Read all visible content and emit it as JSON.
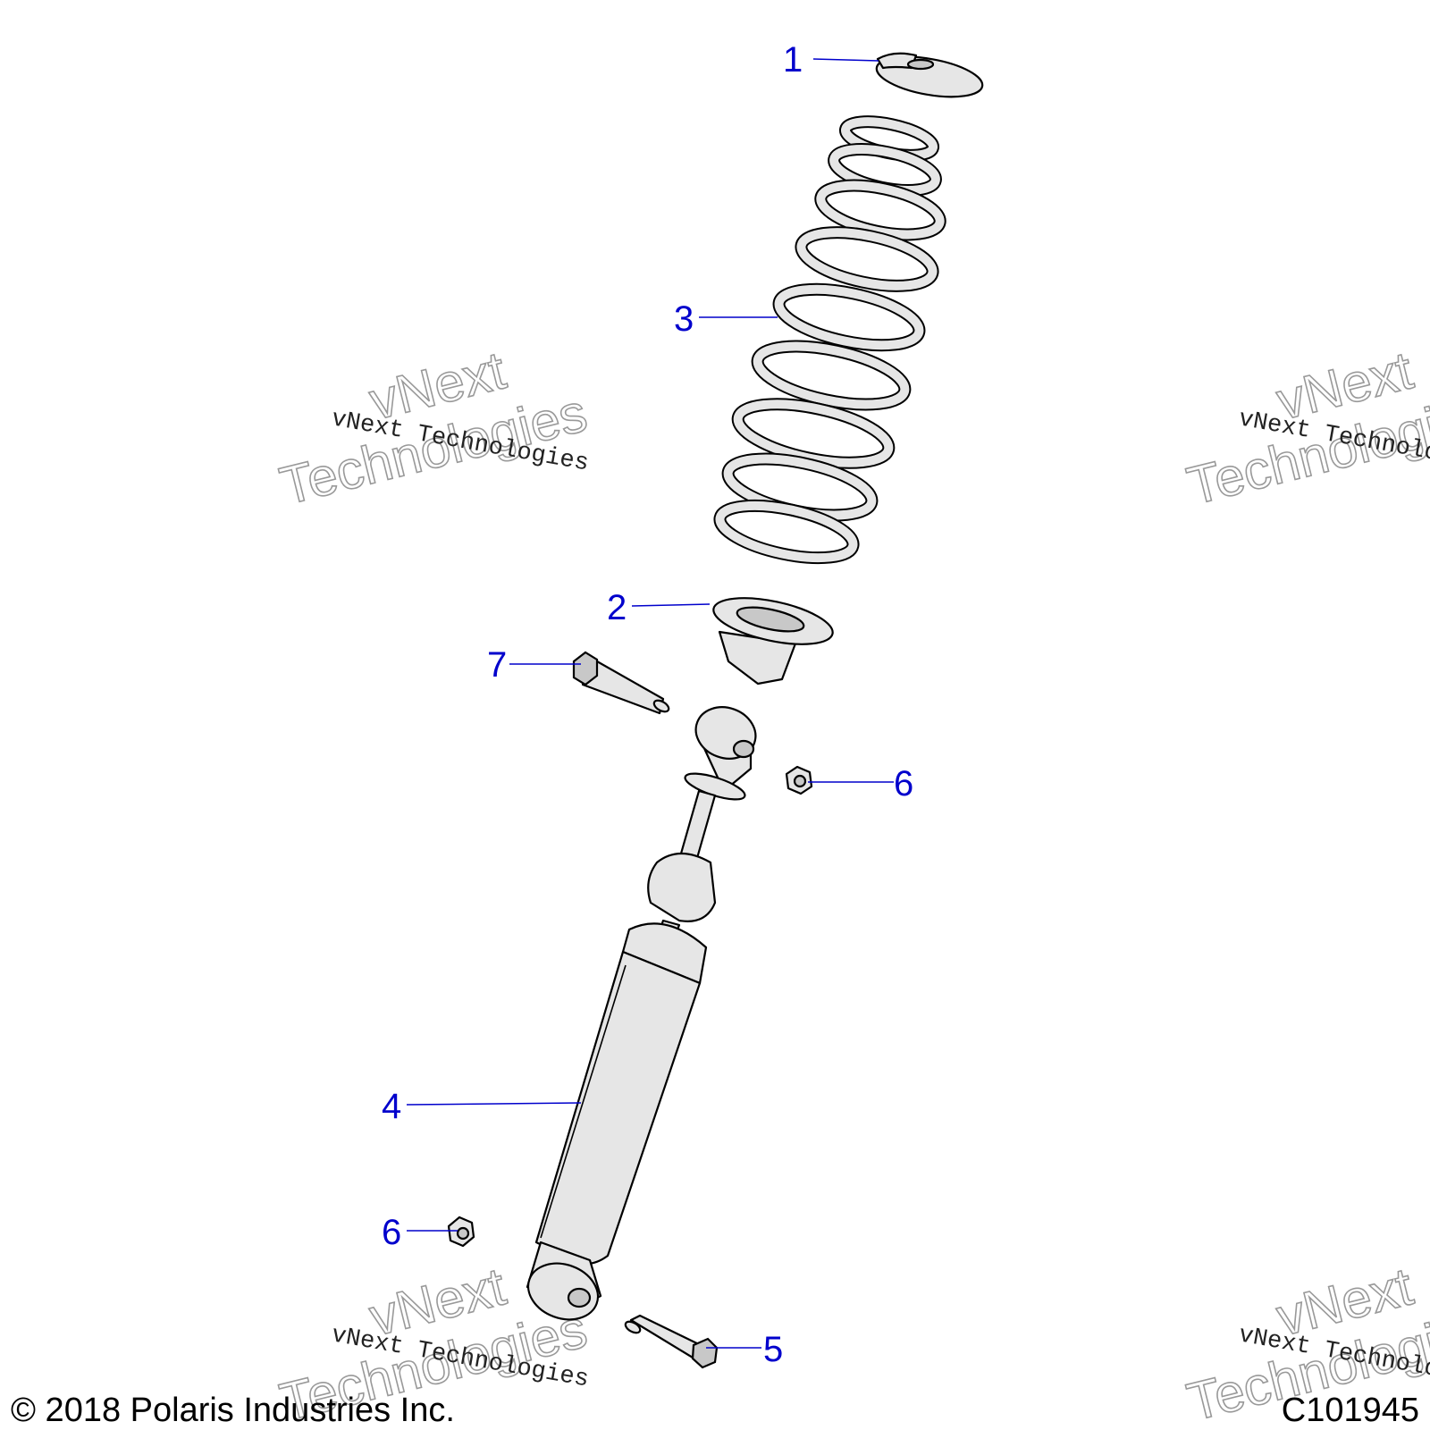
{
  "callouts": [
    {
      "id": "1",
      "label": "1"
    },
    {
      "id": "3",
      "label": "3"
    },
    {
      "id": "2",
      "label": "2"
    },
    {
      "id": "7",
      "label": "7"
    },
    {
      "id": "6a",
      "label": "6"
    },
    {
      "id": "4",
      "label": "4"
    },
    {
      "id": "6b",
      "label": "6"
    },
    {
      "id": "5",
      "label": "5"
    }
  ],
  "watermark": {
    "line_small": "vNext Technologies",
    "line_big_1": "vNext",
    "line_big_2": "Technologies"
  },
  "footer": {
    "copyright": "© 2018 Polaris Industries Inc.",
    "figure_id": "C101945"
  },
  "colors": {
    "callout": "#0000cc",
    "part_fill": "#e6e6e6",
    "outline": "#000000"
  }
}
